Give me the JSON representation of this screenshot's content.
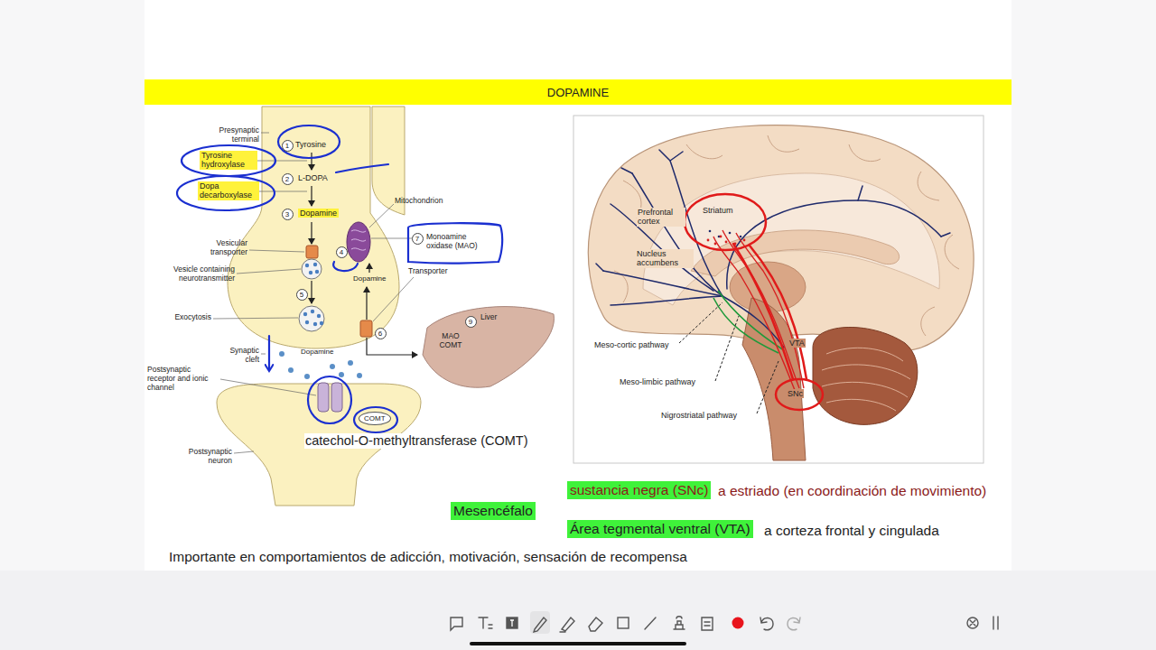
{
  "diagram": {
    "title": "DOPAMINE",
    "nodes": [
      {
        "text": [
          "Tyrosine hydroxylase"
        ]
      },
      {
        "text": [
          "Dopa decarboxylase"
        ]
      },
      {
        "text": [
          "Dopamine"
        ]
      },
      {
        "text": [
          "Liver",
          "MAO COMT"
        ]
      },
      {
        "text": [
          "COMT"
        ]
      },
      {
        "text": [
          "sustancia negra (SNc)"
        ]
      },
      {
        "text": [
          "Mesencéfalo"
        ]
      },
      {
        "text": [
          "Área tegmental ventral (VTA)"
        ]
      }
    ],
    "labels": [
      "Presynaptic terminal",
      "1",
      "Tyrosine",
      "2",
      "L-DOPA",
      "3",
      "Mitochondrion",
      "Vesicular transporter",
      "4",
      "7",
      "Monoamine oxidase (MAO)",
      "Vesicle containing neurotransmitter",
      "Dopamine",
      "Transporter",
      "5",
      "Exocytosis",
      "6",
      "Synaptic cleft",
      "Dopamine",
      "9",
      "Postsynaptic receptor and ionic channel",
      "Postsynaptic neuron",
      "catechol-O-methyltransferase (COMT)",
      "Prefrontal cortex",
      "Striatum",
      "Nucleus accumbens",
      "Meso-cortic pathway",
      "VTA",
      "Meso-limbic pathway",
      "SNc",
      "Nigrostriatal pathway",
      "a estriado (en coordinación de movimiento)",
      "a corteza frontal y cingulada",
      "Importante en comportamientos de adicción, motivación, sensación de recompensa"
    ]
  }
}
